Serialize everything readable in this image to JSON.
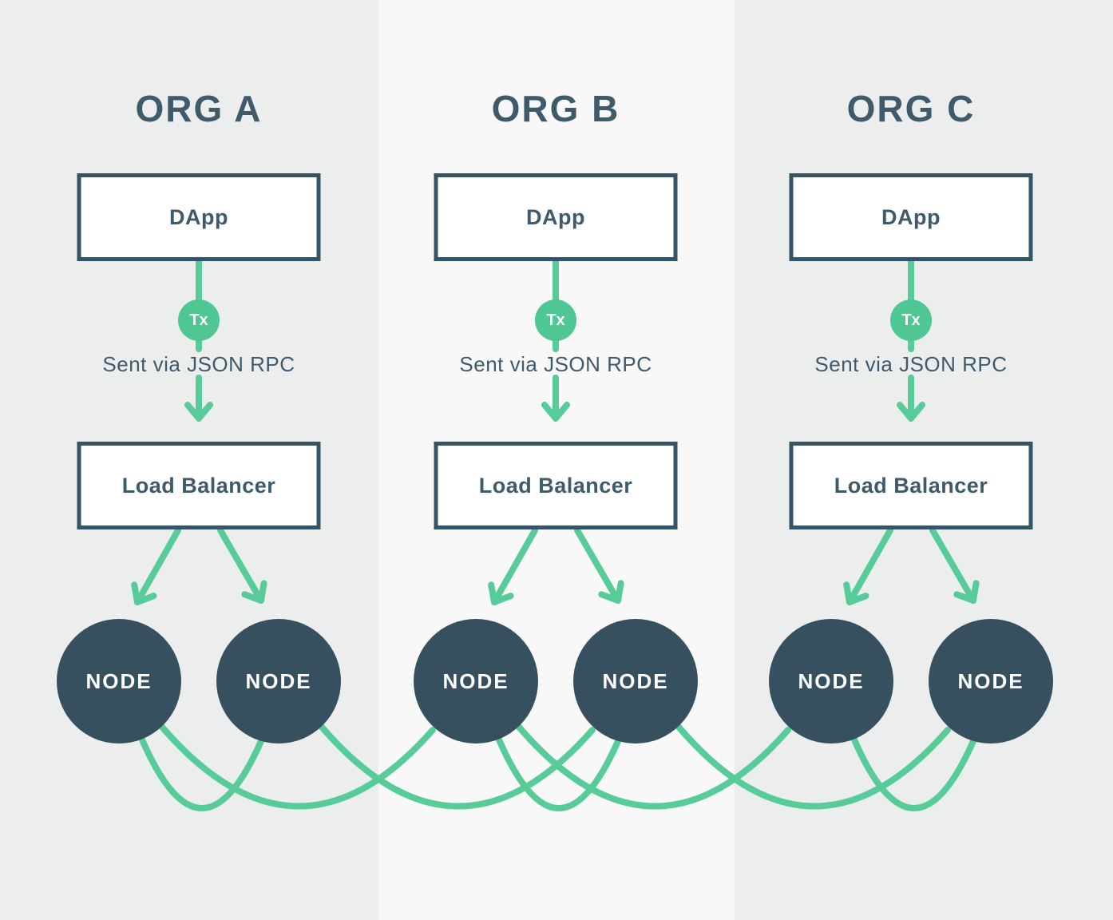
{
  "orgs": [
    {
      "title": "ORG A",
      "dapp_label": "DApp",
      "tx_badge": "Tx",
      "rpc_note": "Sent via JSON RPC",
      "load_balancer_label": "Load Balancer",
      "nodes": [
        "NODE",
        "NODE"
      ]
    },
    {
      "title": "ORG B",
      "dapp_label": "DApp",
      "tx_badge": "Tx",
      "rpc_note": "Sent via JSON RPC",
      "load_balancer_label": "Load Balancer",
      "nodes": [
        "NODE",
        "NODE"
      ]
    },
    {
      "title": "ORG C",
      "dapp_label": "DApp",
      "tx_badge": "Tx",
      "rpc_note": "Sent via JSON RPC",
      "load_balancer_label": "Load Balancer",
      "nodes": [
        "NODE",
        "NODE"
      ]
    }
  ],
  "mesh": {
    "node_order": [
      "org-a-node-1",
      "org-a-node-2",
      "org-b-node-1",
      "org-b-node-2",
      "org-c-node-1",
      "org-c-node-2"
    ],
    "adjacent_links": [
      [
        0,
        1
      ],
      [
        2,
        3
      ],
      [
        4,
        5
      ]
    ],
    "cross_links": [
      [
        0,
        2
      ],
      [
        1,
        3
      ],
      [
        2,
        4
      ],
      [
        3,
        5
      ]
    ]
  },
  "colors": {
    "panel_side": "#eceeed",
    "panel_middle": "#f7f8f7",
    "slate_text": "#3e5a6b",
    "box_border": "#345467",
    "box_background": "#ffffff",
    "node_fill": "#36505f",
    "node_text": "#ffffff",
    "connector_green": "#57cb98",
    "tx_circle_green": "#4ec795"
  }
}
